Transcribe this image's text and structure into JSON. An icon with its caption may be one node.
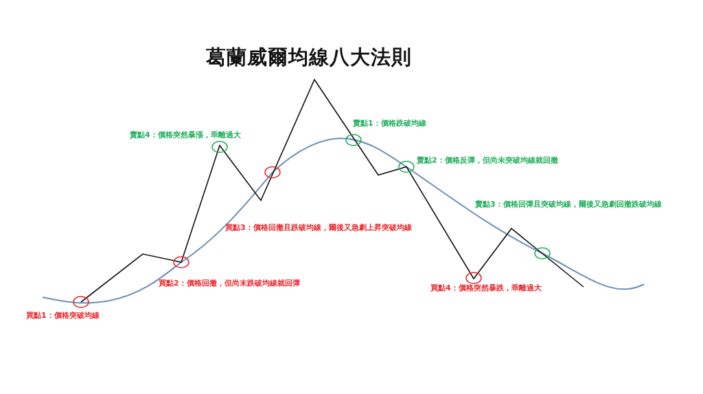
{
  "diagram": {
    "title": "葛蘭威爾均線八大法則",
    "labels": [
      "賣點1：價格跌破均線",
      "賣點4：價格突然暴漲，乖離過大",
      "賣點2：價格反彈，但尚未突破均線就回撤",
      "賣點3：價格回彈且突破均線，爾後又急劇回撤跌破均線",
      "買點3：價格回撤且跌破均線，爾後又急劇上昇突破均線",
      "買點2：價格回撤，但尚末跌破均線就回彈",
      "買點4：價格突然暴跌，乖離過大",
      "買點1：價格突破均線"
    ]
  }
}
